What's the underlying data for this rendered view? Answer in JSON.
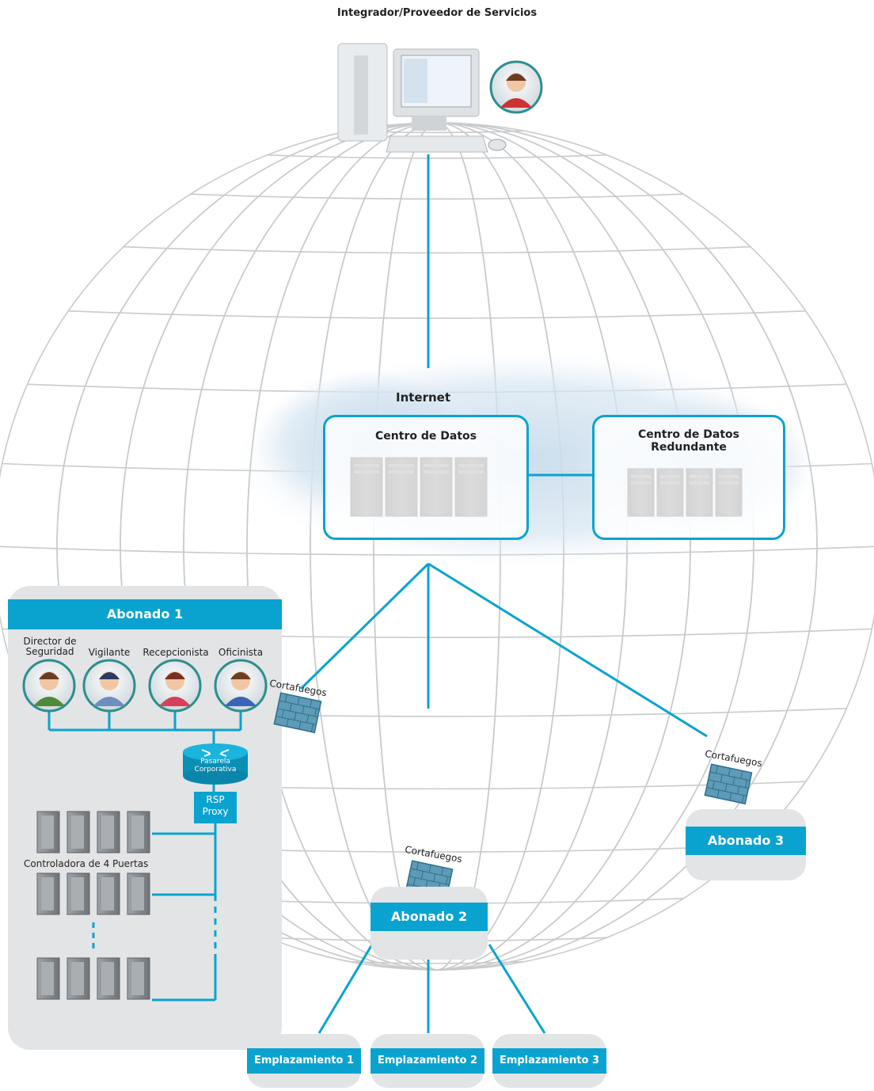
{
  "top_title": "Integrador/Proveedor de Servicios",
  "internet_label": "Internet",
  "data_center": "Centro de Datos",
  "redundant_data_center": "Centro de Datos Redundante",
  "redundant_line1": "Centro de Datos",
  "redundant_line2": "Redundante",
  "firewall_label": "Cortafuegos",
  "subscriber1": {
    "title": "Abonado 1",
    "roles": [
      {
        "line1": "Director de",
        "line2": "Seguridad"
      },
      {
        "line1": "",
        "line2": "Vigilante"
      },
      {
        "line1": "",
        "line2": "Recepcionista"
      },
      {
        "line1": "",
        "line2": "Oficinista"
      }
    ],
    "gateway_line1": "Pasarela",
    "gateway_line2": "Corporativa",
    "rsp_line1": "RSP",
    "rsp_line2": "Proxy",
    "controller_label": "Controladora de 4 Puertas"
  },
  "subscriber2": {
    "title": "Abonado 2"
  },
  "subscriber3": {
    "title": "Abonado 3"
  },
  "sites": [
    "Emplazamiento 1",
    "Emplazamiento 2",
    "Emplazamiento 3"
  ],
  "colors": {
    "accent": "#0aa3cf",
    "panel": "#e2e4e6",
    "globe_line": "#c8cacc"
  }
}
